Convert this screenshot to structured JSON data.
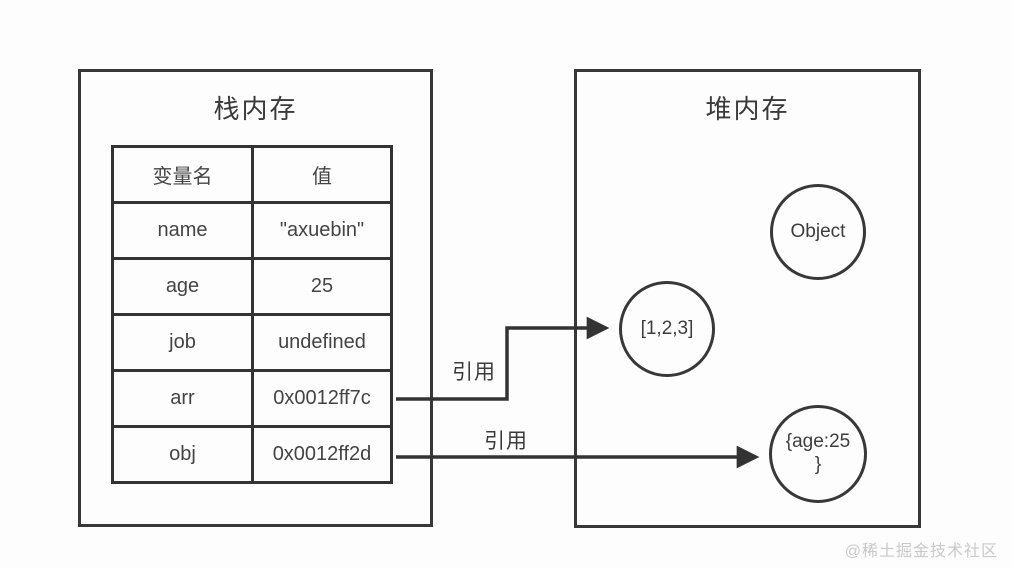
{
  "stack": {
    "title": "栈内存",
    "table": {
      "headers": [
        "变量名",
        "值"
      ],
      "rows": [
        [
          "name",
          "\"axuebin\""
        ],
        [
          "age",
          "25"
        ],
        [
          "job",
          "undefined"
        ],
        [
          "arr",
          "0x0012ff7c"
        ],
        [
          "obj",
          "0x0012ff2d"
        ]
      ]
    }
  },
  "heap": {
    "title": "堆内存",
    "nodes": [
      {
        "label": "Object"
      },
      {
        "label": "[1,2,3]"
      },
      {
        "lines": [
          "{age:25",
          "}"
        ]
      }
    ]
  },
  "arrows": [
    {
      "label": "引用",
      "from": "arr",
      "to": "[1,2,3]"
    },
    {
      "label": "引用",
      "from": "obj",
      "to": "{age:25}"
    }
  ],
  "watermark": "@稀土掘金技术社区",
  "colors": {
    "line": "#333333",
    "border": "#383838",
    "text": "#3c3c3c",
    "watermark": "#c9c9c9",
    "background": "#fdfdfd"
  }
}
